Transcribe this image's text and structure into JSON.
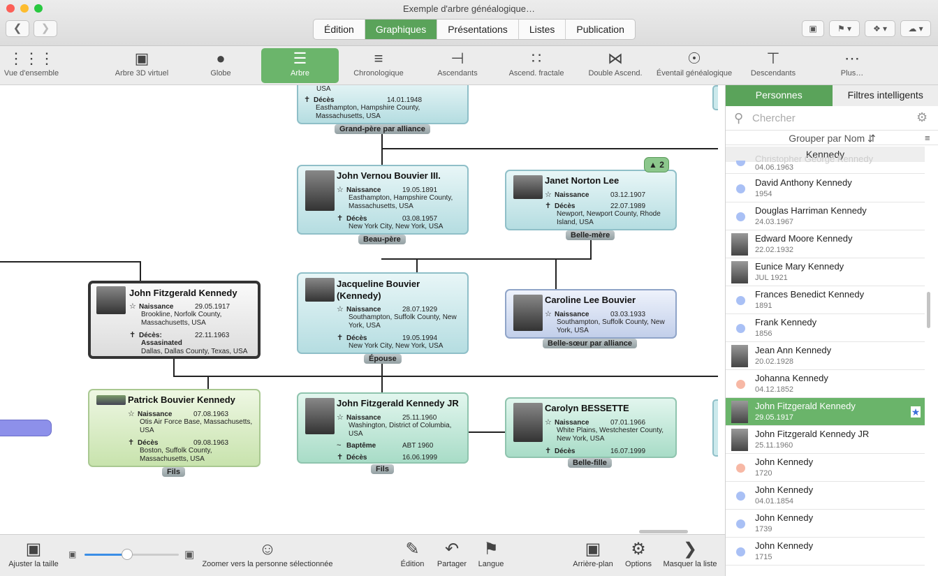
{
  "window": {
    "title": "Exemple d'arbre généalogique…"
  },
  "nav_tabs": [
    "Édition",
    "Graphiques",
    "Présentations",
    "Listes",
    "Publication"
  ],
  "toolbar": [
    {
      "label": "Vue d'ensemble",
      "icon": "grid-dots-icon"
    },
    {
      "label": "Arbre 3D virtuel",
      "icon": "cube-icon"
    },
    {
      "label": "Globe",
      "icon": "globe-icon"
    },
    {
      "label": "Arbre",
      "icon": "tree-chart-icon"
    },
    {
      "label": "Chronologique",
      "icon": "timeline-icon"
    },
    {
      "label": "Ascendants",
      "icon": "ancestors-icon"
    },
    {
      "label": "Ascend. fractale",
      "icon": "fractal-icon"
    },
    {
      "label": "Double Ascend.",
      "icon": "double-ancestors-icon"
    },
    {
      "label": "Éventail généalogique",
      "icon": "fan-chart-icon"
    },
    {
      "label": "Descendants",
      "icon": "descendants-icon"
    },
    {
      "label": "Plus…",
      "icon": "more-dots-icon"
    }
  ],
  "cards": {
    "grandpere": {
      "top_text": "USA",
      "deces_label": "Décès",
      "deces_date": "14.01.1948",
      "deces_place": "Easthampton, Hampshire County, Massachusetts, USA",
      "relation": "Grand-père par alliance"
    },
    "jvb": {
      "name": "John Vernou Bouvier III.",
      "naiss_label": "Naissance",
      "naiss_date": "19.05.1891",
      "naiss_place": "Easthampton, Hampshire County, Massachusetts, USA",
      "deces_label": "Décès",
      "deces_date": "03.08.1957",
      "deces_place": "New York City, New York, USA",
      "relation": "Beau-père"
    },
    "janet": {
      "name": "Janet Norton Lee",
      "naiss_label": "Naissance",
      "naiss_date": "03.12.1907",
      "deces_label": "Décès",
      "deces_date": "22.07.1989",
      "deces_place": "Newport, Newport County, Rhode Island, USA",
      "relation": "Belle-mère",
      "badge": "2"
    },
    "jfk": {
      "name": "John Fitzgerald Kennedy",
      "naiss_label": "Naissance",
      "naiss_date": "29.05.1917",
      "naiss_place": "Brookline, Norfolk County, Massachusetts, USA",
      "deces_label": "Décès:",
      "deces_sub": "Assasinated",
      "deces_date": "22.11.1963",
      "deces_place": "Dallas, Dallas County, Texas, USA"
    },
    "jackie": {
      "name": "Jacqueline Bouvier (Kennedy)",
      "naiss_label": "Naissance",
      "naiss_date": "28.07.1929",
      "naiss_place": "Southampton, Suffolk County, New York, USA",
      "deces_label": "Décès",
      "deces_date": "19.05.1994",
      "deces_place": "New York City, New York, USA",
      "relation": "Épouse"
    },
    "caroline": {
      "name": "Caroline Lee Bouvier",
      "naiss_label": "Naissance",
      "naiss_date": "03.03.1933",
      "naiss_place": "Southampton, Suffolk County, New York, USA",
      "relation": "Belle-sœur par alliance"
    },
    "patrick": {
      "name": "Patrick Bouvier Kennedy",
      "naiss_label": "Naissance",
      "naiss_date": "07.08.1963",
      "naiss_place": "Otis Air Force Base, Massachusetts, USA",
      "deces_label": "Décès",
      "deces_date": "09.08.1963",
      "deces_place": "Boston, Suffolk County, Massachusetts, USA",
      "relation": "Fils"
    },
    "jfkjr": {
      "name": "John Fitzgerald Kennedy JR",
      "naiss_label": "Naissance",
      "naiss_date": "25.11.1960",
      "naiss_place": "Washington, District of Columbia, USA",
      "bapt_label": "Baptême",
      "bapt_date": "ABT 1960",
      "deces_label": "Décès",
      "deces_date": "16.06.1999",
      "relation": "Fils"
    },
    "carolyn": {
      "name": "Carolyn BESSETTE",
      "naiss_label": "Naissance",
      "naiss_date": "07.01.1966",
      "naiss_place": "White Plains, Westchester County, New York, USA",
      "deces_label": "Décès",
      "deces_date": "16.07.1999",
      "relation": "Belle-fille"
    }
  },
  "sidebar": {
    "tabs": [
      "Personnes",
      "Filtres intelligents"
    ],
    "search_placeholder": "Chercher",
    "group_by": "Grouper par Nom",
    "section": "Kennedy",
    "partial_item": {
      "name": "Christopher George Kennedy",
      "date": "04.06.1963"
    },
    "people": [
      {
        "name": "David Anthony Kennedy",
        "date": "1954",
        "color": "#a9c0f5",
        "photo": false
      },
      {
        "name": "Douglas Harriman Kennedy",
        "date": "24.03.1967",
        "color": "#a9c0f5",
        "photo": false
      },
      {
        "name": "Edward Moore Kennedy",
        "date": "22.02.1932",
        "color": "#a9c0f5",
        "photo": true
      },
      {
        "name": "Eunice Mary Kennedy",
        "date": "JUL 1921",
        "color": "#a9c0f5",
        "photo": true
      },
      {
        "name": "Frances Benedict Kennedy",
        "date": "1891",
        "color": "#a9c0f5",
        "photo": false
      },
      {
        "name": "Frank Kennedy",
        "date": "1856",
        "color": "#a9c0f5",
        "photo": false
      },
      {
        "name": "Jean Ann Kennedy",
        "date": "20.02.1928",
        "color": "#a9c0f5",
        "photo": true
      },
      {
        "name": "Johanna Kennedy",
        "date": "04.12.1852",
        "color": "#f7b8a5",
        "photo": false
      },
      {
        "name": "John Fitzgerald Kennedy",
        "date": "29.05.1917",
        "color": "#a9c0f5",
        "photo": true,
        "selected": true
      },
      {
        "name": "John Fitzgerald Kennedy JR",
        "date": "25.11.1960",
        "color": "#a9c0f5",
        "photo": true
      },
      {
        "name": "John Kennedy",
        "date": "1720",
        "color": "#f7b8a5",
        "photo": false
      },
      {
        "name": "John Kennedy",
        "date": "04.01.1854",
        "color": "#a9c0f5",
        "photo": false
      },
      {
        "name": "John Kennedy",
        "date": "1739",
        "color": "#a9c0f5",
        "photo": false
      },
      {
        "name": "John Kennedy",
        "date": "1715",
        "color": "#a9c0f5",
        "photo": false
      }
    ]
  },
  "bottom": {
    "fit": "Ajuster la taille",
    "zoom": "Zoomer vers la personne sélectionnée",
    "edit": "Édition",
    "share": "Partager",
    "lang": "Langue",
    "bg": "Arrière-plan",
    "options": "Options",
    "hide": "Masquer la liste",
    "zoom_level": 0.45
  }
}
